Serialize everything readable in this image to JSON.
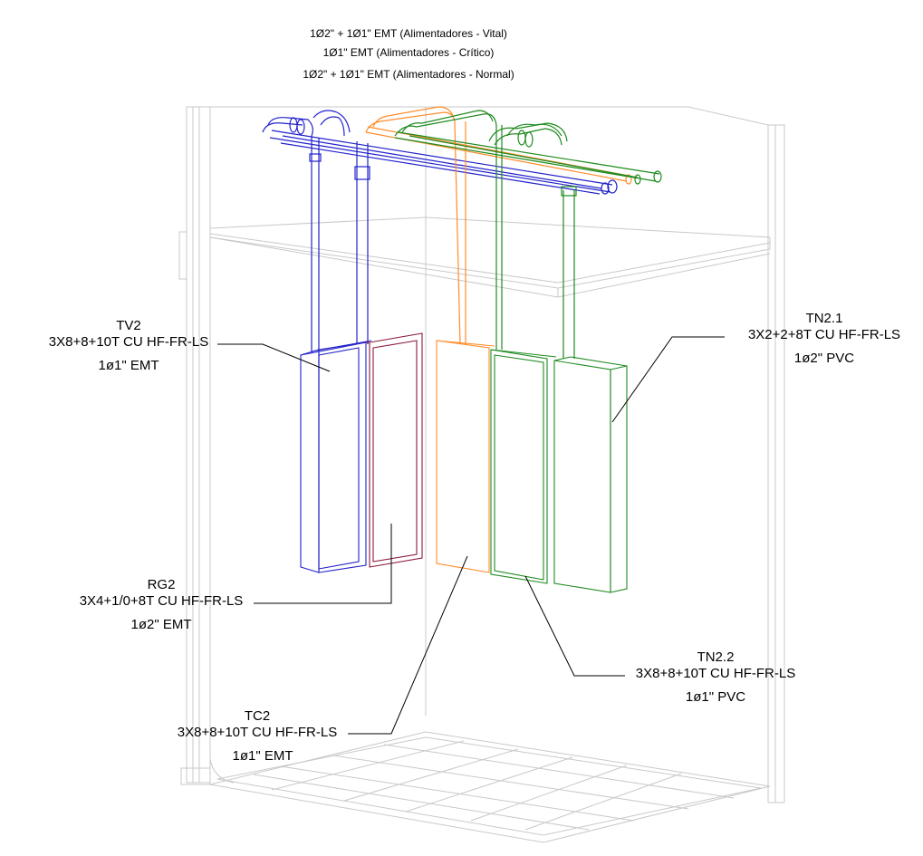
{
  "header": {
    "vital": "1Ø2\" + 1Ø1\" EMT (Alimentadores - Vital)",
    "critico": "1Ø1\" EMT (Alimentadores - Crítico)",
    "normal": "1Ø2\" + 1Ø1\" EMT (Alimentadores - Normal)"
  },
  "colors": {
    "vital": "#2222cc",
    "rg": "#8b1a3a",
    "critico": "#ff8c2a",
    "normal": "#1e8a1e"
  },
  "panels": {
    "tv2": {
      "name": "TV2",
      "cable": "3X8+8+10T CU HF-FR-LS",
      "conduit": "1ø1\" EMT"
    },
    "rg2": {
      "name": "RG2",
      "cable": "3X4+1/0+8T CU HF-FR-LS",
      "conduit": "1ø2\" EMT"
    },
    "tc2": {
      "name": "TC2",
      "cable": "3X8+8+10T CU HF-FR-LS",
      "conduit": "1ø1\" EMT"
    },
    "tn21": {
      "name": "TN2.1",
      "cable": "3X2+2+8T CU HF-FR-LS",
      "conduit": "1ø2\" PVC"
    },
    "tn22": {
      "name": "TN2.2",
      "cable": "3X8+8+10T CU HF-FR-LS",
      "conduit": "1ø1\" PVC"
    }
  }
}
